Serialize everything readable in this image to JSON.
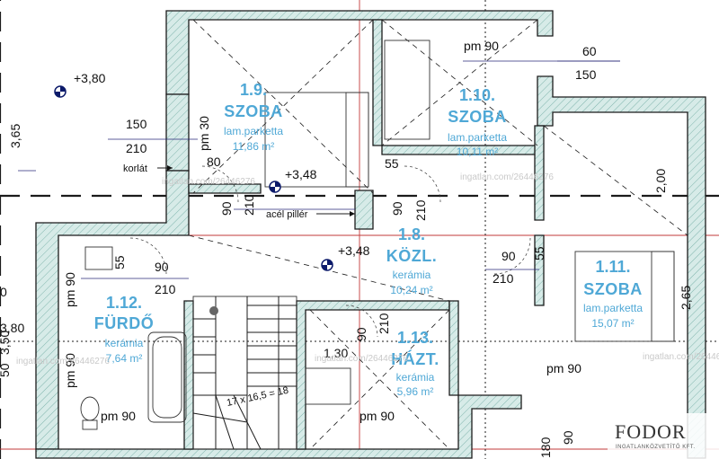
{
  "rooms": [
    {
      "id": "1.9.",
      "name": "SZOBA",
      "floor": "lam.parketta",
      "area": "11,86 m²"
    },
    {
      "id": "1.10.",
      "name": "SZOBA",
      "floor": "lam.parketta",
      "area": "10,11 m²"
    },
    {
      "id": "1.11.",
      "name": "SZOBA",
      "floor": "lam.parketta",
      "area": "15,07 m²"
    },
    {
      "id": "1.12.",
      "name": "FÜRDŐ",
      "floor": "kerámia",
      "area": "7,64 m²"
    },
    {
      "id": "1.13.",
      "name": "HÁZT.",
      "floor": "kerámia",
      "area": "5,96 m²"
    },
    {
      "id": "1.8.",
      "name": "KÖZL.",
      "floor": "kerámia",
      "area": "10,24 m²"
    }
  ],
  "levels": [
    "+3,80",
    "+3,48",
    "+3,48"
  ],
  "notes": {
    "railing": "korlát",
    "pillar": "acél pillér"
  },
  "dimensions": {
    "d_150_top": "150",
    "d_210_top": "210",
    "d_60": "60",
    "d_150_right": "150",
    "d_pm90_a": "pm 90",
    "d_pm30": "pm 30",
    "d_80": "80",
    "d_365": "3,65",
    "d_90_a": "90",
    "d_210_a": "210",
    "d_55_a": "55",
    "d_90_b": "90",
    "d_210_b": "210",
    "d_200": "2,00",
    "d_90_c": "90",
    "d_210_c": "210",
    "d_55_b": "55",
    "d_90_d": "90",
    "d_210_d": "210",
    "d_55_c": "55",
    "d_265": "2,65",
    "d_pm90_b": "pm 90",
    "d_pm90_c": "pm 90",
    "d_pm90_d": "pm 90",
    "d_90_e": "90",
    "d_210_e": "210",
    "d_130": "1,30",
    "d_pm90_e": "pm 90",
    "d_pm90_f": "pm 90",
    "d_180": "180",
    "d_90_f": "90",
    "d_380": "3,80",
    "d_350": "3,50",
    "d_50": "50",
    "d_0": "0",
    "stair": "17 x 16,5 = 18"
  },
  "watermark": "ingatlan.com/26446276",
  "logo": {
    "name": "FODOR",
    "tagline": "INGATLANKÖZVETÍTŐ KFT."
  }
}
